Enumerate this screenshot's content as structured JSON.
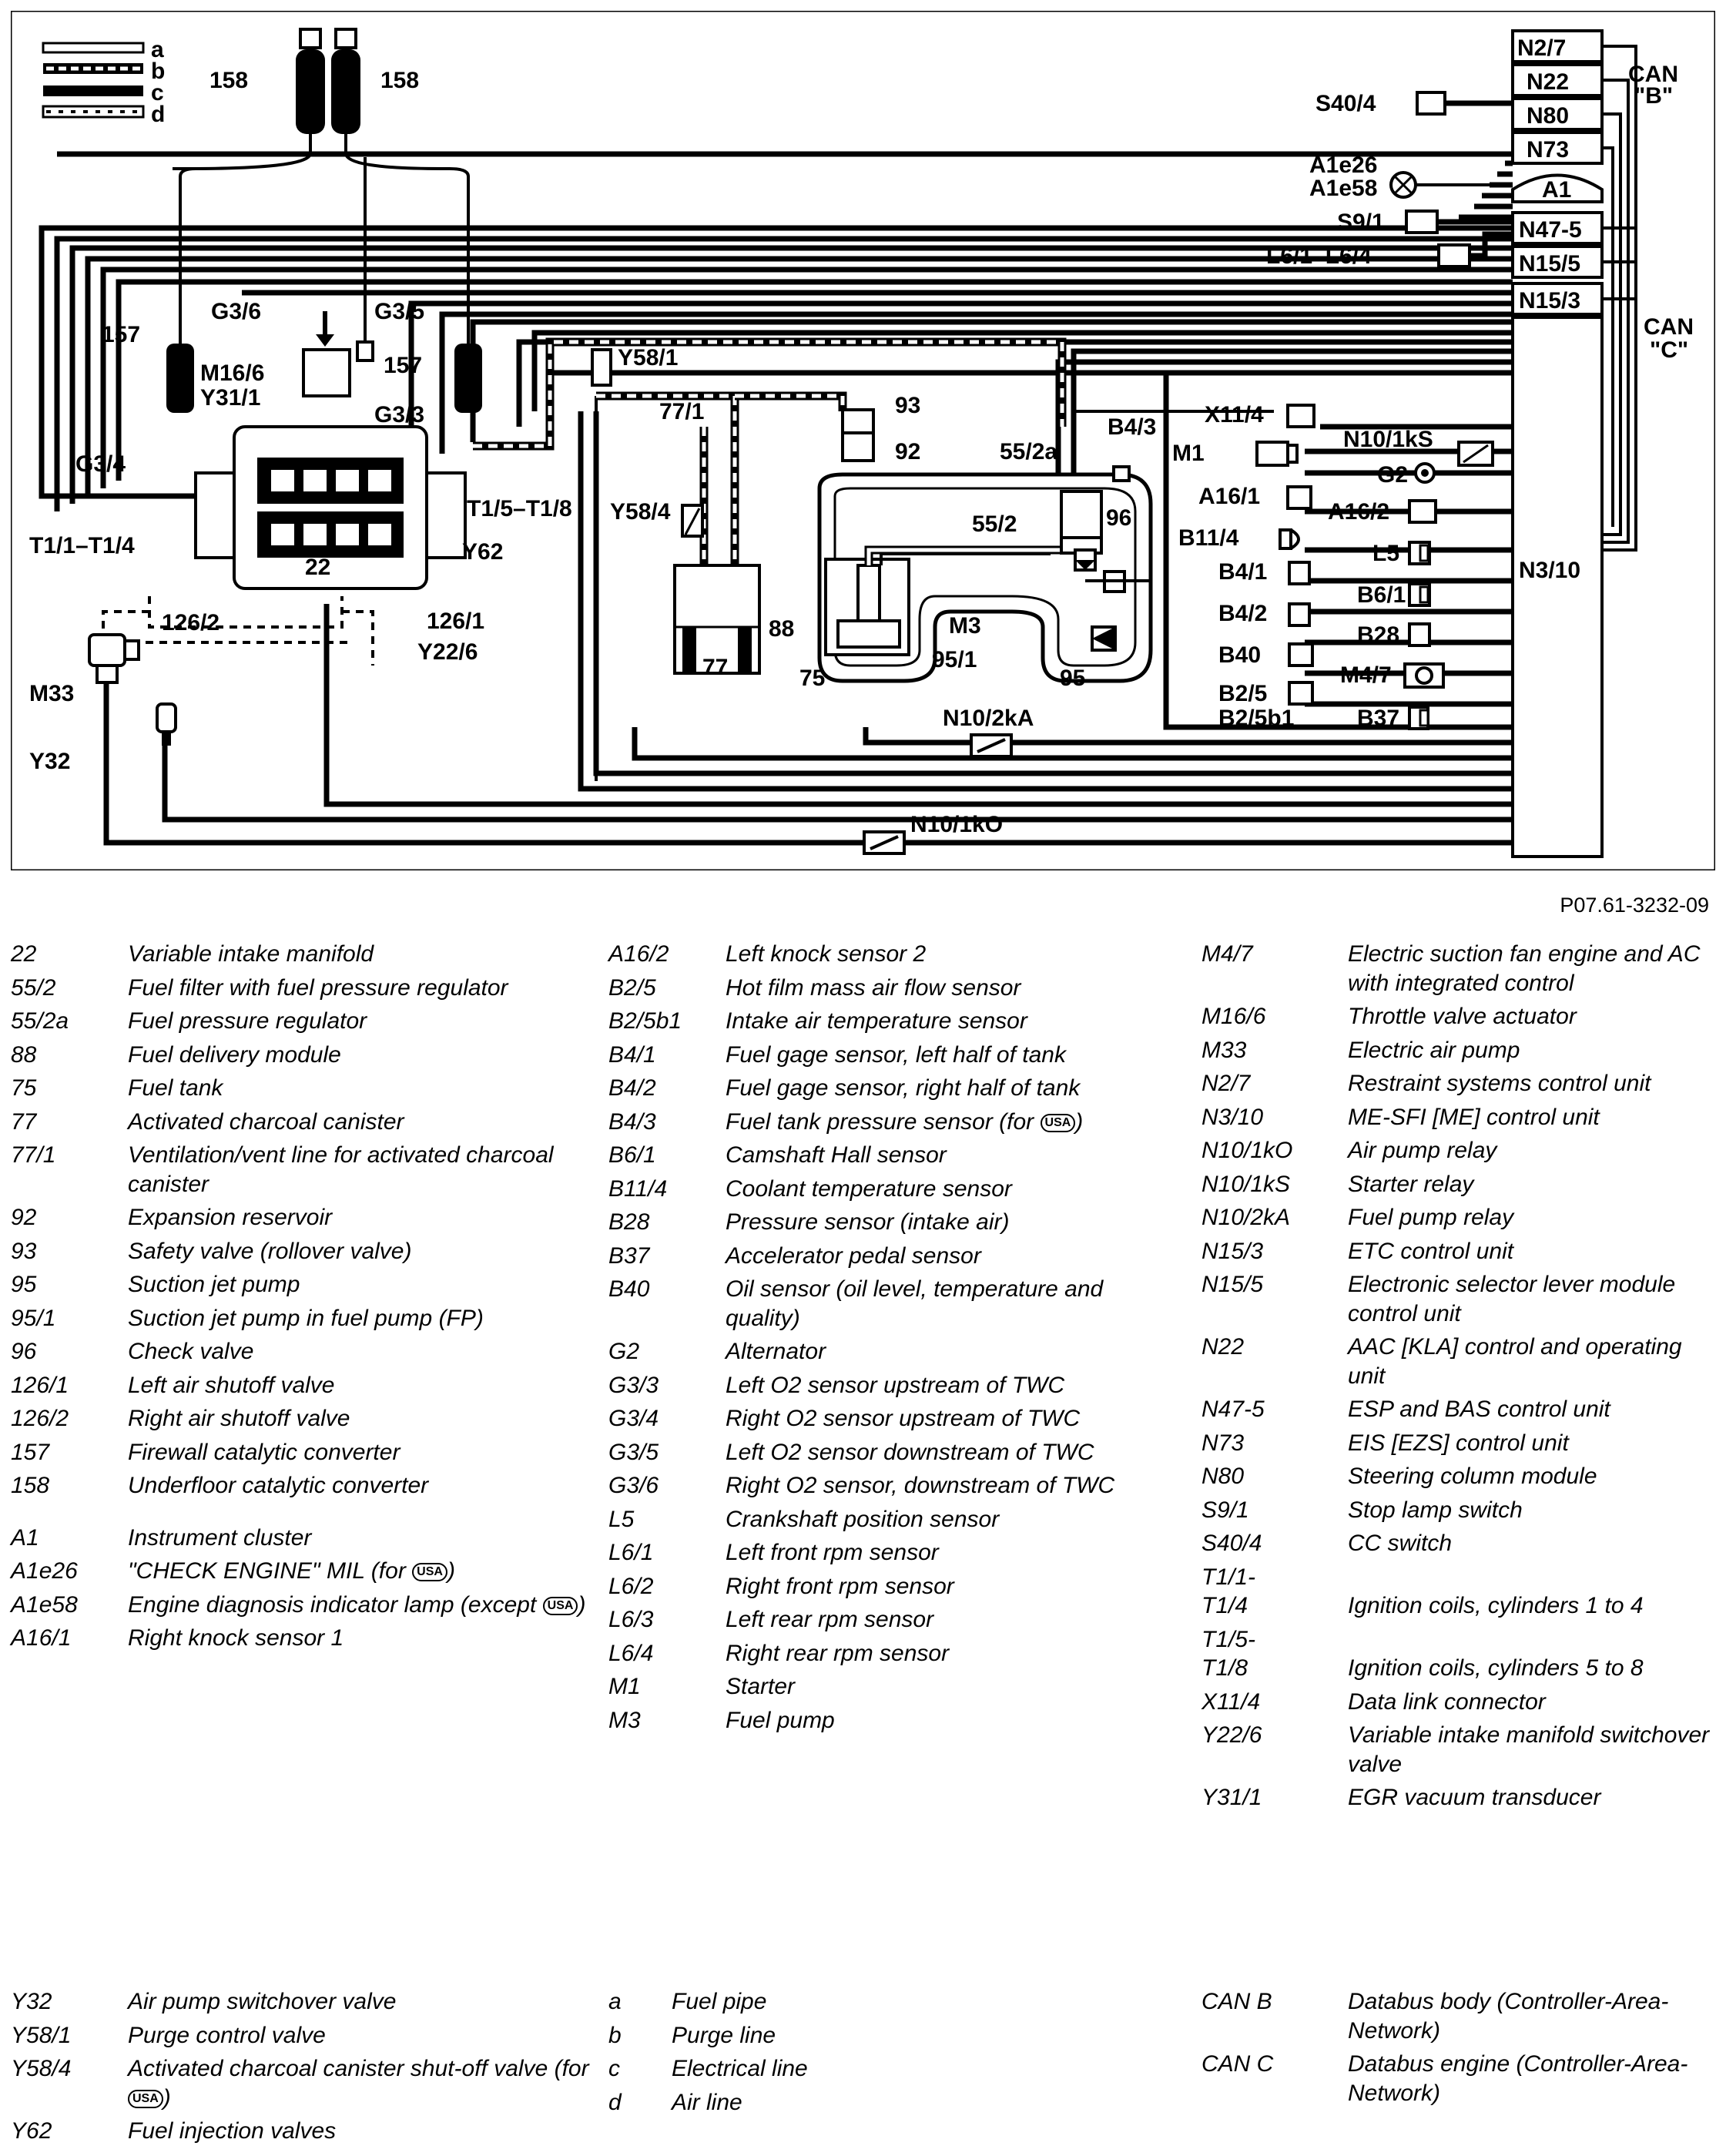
{
  "figure_ref": "P07.61-3232-09",
  "line_types": [
    "a",
    "b",
    "c",
    "d"
  ],
  "can_b_label": [
    "CAN",
    "\"B\""
  ],
  "can_c_label": [
    "CAN",
    "\"C\""
  ],
  "diagram_labels": {
    "l158a": "158",
    "l158b": "158",
    "n27": "N2/7",
    "n22": "N22",
    "n80": "N80",
    "n73": "N73",
    "s404": "S40/4",
    "a1e26": "A1e26",
    "a1e58": "A1e58",
    "a1": "A1",
    "s91": "S9/1",
    "n475": "N47-5",
    "l61": "L6/1–L6/4",
    "n155": "N15/5",
    "n153": "N15/3",
    "g36": "G3/6",
    "g35": "G3/5",
    "l157a": "157",
    "l157b": "157",
    "m166": "M16/6",
    "y311": "Y31/1",
    "g33": "G3/3",
    "g34": "G3/4",
    "y581": "Y58/1",
    "l771": "77/1",
    "l93": "93",
    "l92": "92",
    "l552a": "55/2a",
    "b43": "B4/3",
    "l552": "55/2",
    "l96": "96",
    "y584": "Y58/4",
    "t15": "T1/5–T1/8",
    "t11": "T1/1–T1/4",
    "l22": "22",
    "y62": "Y62",
    "l1262": "126/2",
    "l1261": "126/1",
    "y226": "Y22/6",
    "m33": "M33",
    "y32": "Y32",
    "l77": "77",
    "l88": "88",
    "l75": "75",
    "m3": "M3",
    "l951": "95/1",
    "l95": "95",
    "n102ka": "N10/2kA",
    "n101ko": "N10/1kO",
    "x114": "X11/4",
    "m1": "M1",
    "n101ks": "N10/1kS",
    "a161": "A16/1",
    "g2": "G2",
    "b114": "B11/4",
    "a162": "A16/2",
    "b41": "B4/1",
    "l5": "L5",
    "b61": "B6/1",
    "b42": "B4/2",
    "b28": "B28",
    "b40": "B40",
    "m47": "M4/7",
    "b25": "B2/5",
    "b25b1": "B2/5b1",
    "b37": "B37",
    "n310": "N3/10"
  },
  "legend_col1": [
    {
      "code": "22",
      "desc": "Variable intake manifold"
    },
    {
      "code": "55/2",
      "desc": "Fuel filter with fuel pressure regulator"
    },
    {
      "code": "55/2a",
      "desc": "Fuel pressure regulator"
    },
    {
      "code": "88",
      "desc": "Fuel delivery module"
    },
    {
      "code": "75",
      "desc": "Fuel tank"
    },
    {
      "code": "77",
      "desc": "Activated charcoal canister"
    },
    {
      "code": "77/1",
      "desc": "Ventilation/vent line for activated charcoal canister"
    },
    {
      "code": "92",
      "desc": "Expansion reservoir"
    },
    {
      "code": "93",
      "desc": "Safety valve (rollover valve)"
    },
    {
      "code": "95",
      "desc": "Suction jet pump"
    },
    {
      "code": "95/1",
      "desc": "Suction jet pump in fuel pump (FP)"
    },
    {
      "code": "96",
      "desc": "Check valve"
    },
    {
      "code": "126/1",
      "desc": "Left air shutoff valve"
    },
    {
      "code": "126/2",
      "desc": "Right air shutoff valve"
    },
    {
      "code": "157",
      "desc": "Firewall catalytic converter"
    },
    {
      "code": "158",
      "desc": "Underfloor catalytic converter"
    }
  ],
  "legend_col1b": [
    {
      "code": "A1",
      "desc": "Instrument cluster"
    },
    {
      "code": "A1e26",
      "desc": "\"CHECK ENGINE\" MIL (for",
      "usa": true,
      "tail": ")"
    },
    {
      "code": "A1e58",
      "desc": "Engine diagnosis indicator lamp (except",
      "usa": true,
      "tail": ")"
    },
    {
      "code": "A16/1",
      "desc": "Right knock sensor 1"
    }
  ],
  "legend_col2": [
    {
      "code": "A16/2",
      "desc": "Left knock sensor 2"
    },
    {
      "code": "B2/5",
      "desc": "Hot film mass air flow sensor"
    },
    {
      "code": "B2/5b1",
      "desc": "Intake air temperature sensor"
    },
    {
      "code": "B4/1",
      "desc": "Fuel gage sensor, left half of tank"
    },
    {
      "code": "B4/2",
      "desc": "Fuel gage sensor, right half of tank"
    },
    {
      "code": "B4/3",
      "desc": "Fuel tank pressure sensor (for",
      "usa": true,
      "tail": ")"
    },
    {
      "code": "B6/1",
      "desc": "Camshaft Hall sensor"
    },
    {
      "code": "B11/4",
      "desc": "Coolant temperature sensor"
    },
    {
      "code": "B28",
      "desc": "Pressure sensor (intake air)"
    },
    {
      "code": "B37",
      "desc": "Accelerator pedal sensor"
    },
    {
      "code": "B40",
      "desc": "Oil sensor (oil level, temperature and quality)"
    },
    {
      "code": "G2",
      "desc": "Alternator"
    },
    {
      "code": "G3/3",
      "desc": "Left O2 sensor upstream of TWC"
    },
    {
      "code": "G3/4",
      "desc": "Right O2 sensor upstream of TWC"
    },
    {
      "code": "G3/5",
      "desc": "Left O2 sensor downstream of TWC"
    },
    {
      "code": "G3/6",
      "desc": "Right O2 sensor, downstream of TWC"
    },
    {
      "code": "L5",
      "desc": "Crankshaft position sensor"
    },
    {
      "code": "L6/1",
      "desc": "Left front rpm sensor"
    },
    {
      "code": "L6/2",
      "desc": "Right front rpm sensor"
    },
    {
      "code": "L6/3",
      "desc": "Left rear rpm sensor"
    },
    {
      "code": "L6/4",
      "desc": "Right rear rpm sensor"
    },
    {
      "code": "M1",
      "desc": "Starter"
    },
    {
      "code": "M3",
      "desc": "Fuel pump"
    }
  ],
  "legend_col3": [
    {
      "code": "M4/7",
      "desc": "Electric suction fan engine and AC with integrated control"
    },
    {
      "code": "M16/6",
      "desc": "Throttle valve actuator"
    },
    {
      "code": "M33",
      "desc": "Electric air pump"
    },
    {
      "code": "N2/7",
      "desc": "Restraint systems control unit"
    },
    {
      "code": "N3/10",
      "desc": "ME-SFI [ME] control unit"
    },
    {
      "code": "N10/1kO",
      "desc": "Air pump relay"
    },
    {
      "code": "N10/1kS",
      "desc": "Starter relay"
    },
    {
      "code": "N10/2kA",
      "desc": "Fuel pump relay"
    },
    {
      "code": "N15/3",
      "desc": "ETC control unit"
    },
    {
      "code": "N15/5",
      "desc": "Electronic selector lever module control unit"
    },
    {
      "code": "N22",
      "desc": "AAC [KLA] control and operating unit"
    },
    {
      "code": "N47-5",
      "desc": "ESP and BAS control unit"
    },
    {
      "code": "N73",
      "desc": "EIS [EZS] control unit"
    },
    {
      "code": "N80",
      "desc": "Steering column module"
    },
    {
      "code": "S9/1",
      "desc": "Stop lamp switch"
    },
    {
      "code": "S40/4",
      "desc": "CC switch"
    },
    {
      "code": "T1/1-\nT1/4",
      "desc": "\nIgnition coils, cylinders 1 to 4"
    },
    {
      "code": "T1/5-\nT1/8",
      "desc": "\nIgnition coils, cylinders 5 to 8"
    },
    {
      "code": "X11/4",
      "desc": "Data link connector"
    },
    {
      "code": "Y22/6",
      "desc": "Variable intake manifold switchover valve"
    },
    {
      "code": "Y31/1",
      "desc": "EGR vacuum transducer"
    }
  ],
  "legend_bottom1": [
    {
      "code": "Y32",
      "desc": "Air pump switchover valve"
    },
    {
      "code": "Y58/1",
      "desc": "Purge control valve"
    },
    {
      "code": "Y58/4",
      "desc": "Activated charcoal canister shut-off valve (for",
      "usa": true,
      "tail": ")"
    },
    {
      "code": "Y62",
      "desc": "Fuel injection valves"
    }
  ],
  "legend_bottom2": [
    {
      "code": "a",
      "desc": "Fuel pipe"
    },
    {
      "code": "b",
      "desc": "Purge line"
    },
    {
      "code": "c",
      "desc": "Electrical line"
    },
    {
      "code": "d",
      "desc": "Air line"
    }
  ],
  "legend_bottom3": [
    {
      "code": "CAN B",
      "desc": "Databus body (Controller-Area-Network)"
    },
    {
      "code": "CAN C",
      "desc": "Databus engine (Controller-Area-Network)"
    }
  ],
  "usa_mark": "USA"
}
